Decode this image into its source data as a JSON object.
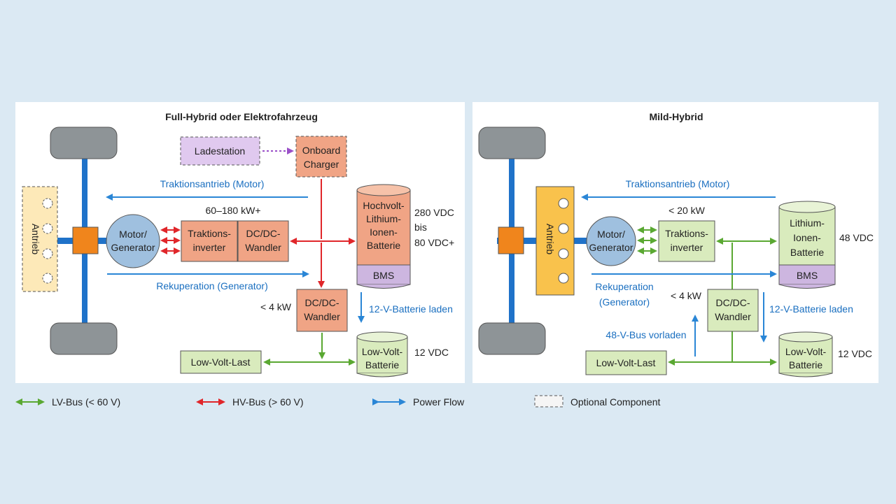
{
  "panels": {
    "full": {
      "title": "Full-Hybrid oder Elektrofahrzeug",
      "antrieb": "Antrieb",
      "ladestation": "Ladestation",
      "onboard": [
        "Onboard",
        "Charger"
      ],
      "traktionsantrieb": "Traktionsantrieb (Motor)",
      "power_range": "60–180 kW+",
      "motor": [
        "Motor/",
        "Generator"
      ],
      "traktions": [
        "Traktions-",
        "inverter"
      ],
      "dcdc_hv": [
        "DC/DC-",
        "Wandler"
      ],
      "hv_battery": [
        "Hochvolt-",
        "Lithium-",
        "Ionen-",
        "Batterie"
      ],
      "bms": "BMS",
      "hv_voltage": [
        "280 VDC",
        "bis",
        "80 VDC+"
      ],
      "rekuperation": "Rekuperation (Generator)",
      "lt4kw": "< 4 kW",
      "dcdc_lv": [
        "DC/DC-",
        "Wandler"
      ],
      "batt_laden": "12-V-Batterie laden",
      "low_volt_last": "Low-Volt-Last",
      "low_volt_batt": [
        "Low-Volt-",
        "Batterie"
      ],
      "lv_voltage": "12 VDC"
    },
    "mild": {
      "title": "Mild-Hybrid",
      "antrieb": "Antrieb",
      "traktionsantrieb": "Traktionsantrieb (Motor)",
      "power": "< 20 kW",
      "motor": [
        "Motor/",
        "Generator"
      ],
      "traktions": [
        "Traktions-",
        "inverter"
      ],
      "li_battery": [
        "Lithium-",
        "Ionen-",
        "Batterie"
      ],
      "bms": "BMS",
      "voltage48": "48 VDC",
      "rekuperation": [
        "Rekuperation",
        "(Generator)"
      ],
      "lt4kw": "< 4 kW",
      "dcdc": [
        "DC/DC-",
        "Wandler"
      ],
      "batt_laden": "12-V-Batterie laden",
      "bus_vorladen": "48-V-Bus vorladen",
      "low_volt_last": "Low-Volt-Last",
      "low_volt_batt": [
        "Low-Volt-",
        "Batterie"
      ],
      "lv_voltage": "12 VDC"
    }
  },
  "legend": {
    "lv": "LV-Bus (< 60 V)",
    "hv": "HV-Bus (> 60 V)",
    "power": "Power Flow",
    "optional": "Optional Component"
  },
  "colors": {
    "lv_green": "#5aa832",
    "hv_red": "#e0262a",
    "flow_blue": "#2a86d6",
    "optional_purple": "#9a4fc8",
    "shaft_blue": "#1f72c9",
    "orange_block": "#f0851c",
    "salmon_box": "#f0a485",
    "lightgreen_box": "#d9ebbd",
    "bms_lilac": "#cdb6e0",
    "yellow_antrieb": "#f9c24c",
    "wheel_gray": "#8e9497",
    "motor_circle": "#9fc0df"
  }
}
